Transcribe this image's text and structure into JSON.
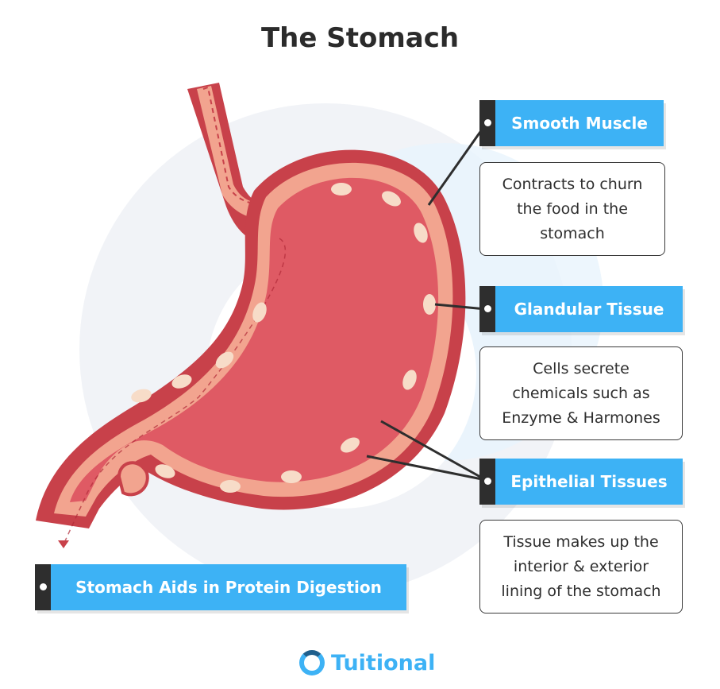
{
  "title": "The Stomach",
  "labels": {
    "smooth_muscle": "Smooth Muscle",
    "glandular_tissue": "Glandular Tissue",
    "epithelial_tissues": "Epithelial Tissues",
    "bottom_banner": "Stomach Aids in Protein Digestion"
  },
  "descriptions": {
    "smooth_muscle": "Contracts to churn\nthe food in the\nstomach",
    "glandular_tissue": "Cells secrete\nchemicals such as\nEnzyme & Harmones",
    "epithelial_tissues": "Tissue makes up the\ninterior & exterior\nlining of the stomach"
  },
  "brand": {
    "name": "Tuitional",
    "icon": "ring-logo-icon",
    "color": "#3db2f5"
  },
  "colors": {
    "label_bg": "#3db2f5",
    "label_tab": "#2e2e2e",
    "stomach_outer": "#c8414a",
    "stomach_inner": "#df5a64",
    "stomach_wall": "#f2a48f",
    "gland": "#f7dcc8",
    "background_circle": "#eef1f6"
  }
}
